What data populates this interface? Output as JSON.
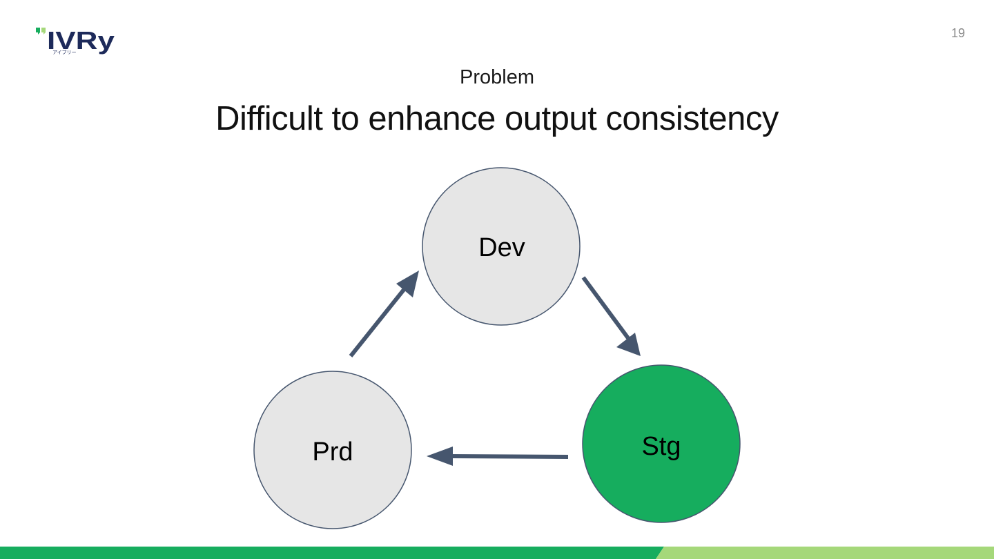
{
  "header": {
    "logo_text": "IVRy",
    "logo_subtext": "アイブリー",
    "page_number": "19"
  },
  "slide": {
    "kicker": "Problem",
    "title": "Difficult to enhance output consistency"
  },
  "diagram": {
    "nodes": [
      {
        "id": "dev",
        "label": "Dev",
        "fill": "#e6e6e6"
      },
      {
        "id": "stg",
        "label": "Stg",
        "fill": "#16ad5e"
      },
      {
        "id": "prd",
        "label": "Prd",
        "fill": "#e6e6e6"
      }
    ],
    "edges": [
      {
        "from": "dev",
        "to": "stg"
      },
      {
        "from": "stg",
        "to": "prd"
      },
      {
        "from": "prd",
        "to": "dev"
      }
    ],
    "arrow_color": "#46566e",
    "node_stroke": "#46566e"
  },
  "colors": {
    "brand_navy": "#1d2a5a",
    "brand_green": "#16ad5e",
    "brand_light_green": "#a5d87a"
  }
}
